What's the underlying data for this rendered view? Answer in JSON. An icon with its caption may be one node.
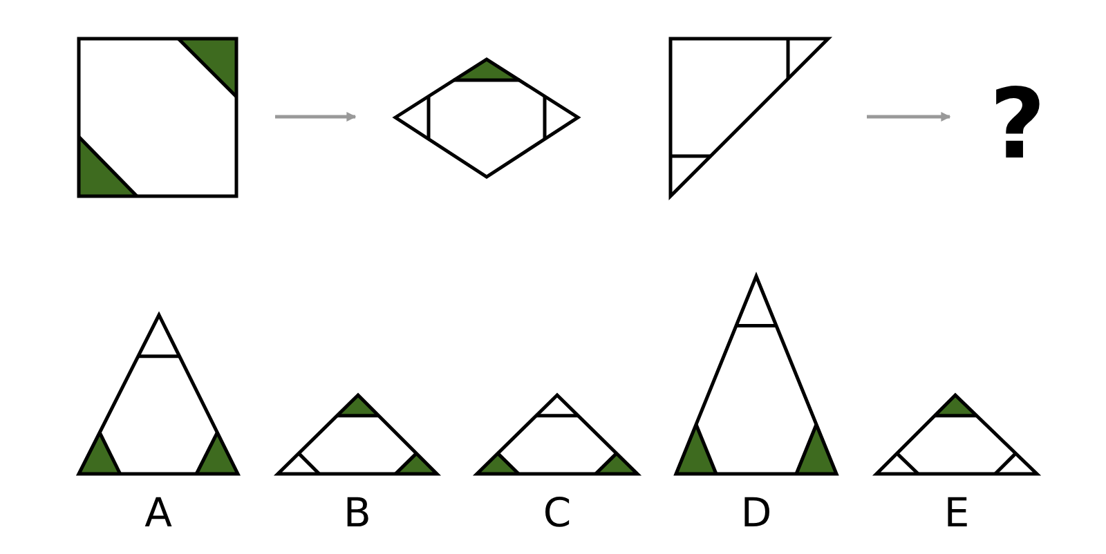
{
  "diagram": {
    "nodes": [
      {
        "text": [],
        "shape": "picture"
      },
      {
        "text": [],
        "shape": "picture"
      },
      {
        "text": [],
        "shape": "picture"
      },
      {
        "text": [
          "?"
        ]
      },
      {
        "text": [],
        "shape": "picture",
        "beside": [
          "A"
        ]
      },
      {
        "text": [],
        "shape": "picture",
        "beside": [
          "B"
        ]
      },
      {
        "text": [],
        "shape": "picture",
        "beside": [
          "C"
        ]
      },
      {
        "text": [],
        "shape": "picture",
        "beside": [
          "D"
        ]
      },
      {
        "text": [],
        "shape": "picture",
        "beside": [
          "E"
        ]
      }
    ],
    "edges": [
      {
        "from": 0,
        "to": 1,
        "arrow": "to"
      },
      {
        "from": 2,
        "to": 3,
        "arrow": "to"
      }
    ]
  }
}
